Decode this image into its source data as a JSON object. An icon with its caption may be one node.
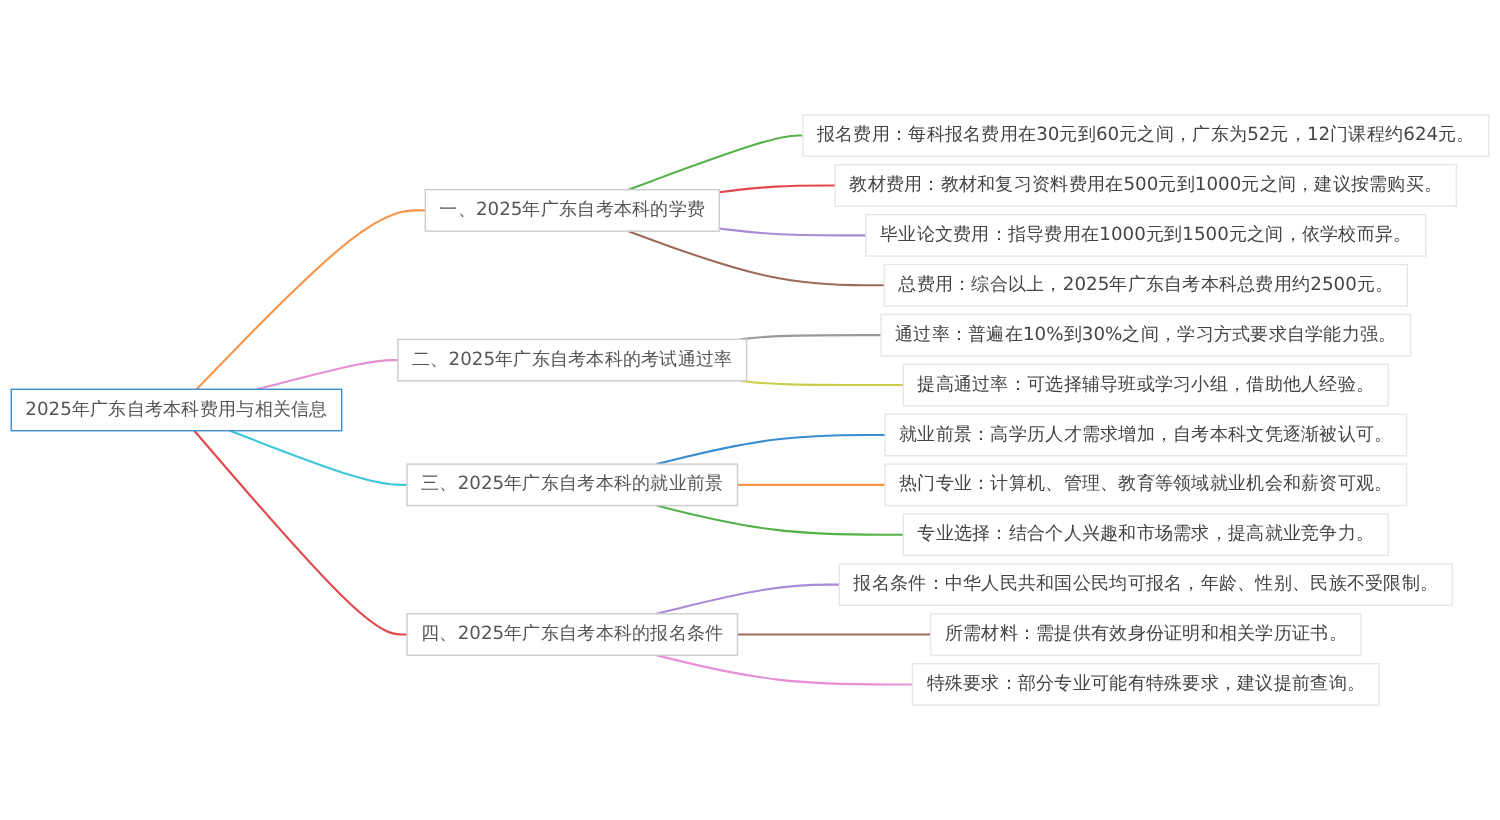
{
  "diagram": {
    "nodes": [
      {
        "text": [
          "2025年广东自考本科费用与相关信息"
        ]
      },
      {
        "text": [
          "一、2025年广东自考本科的学费"
        ]
      },
      {
        "text": [
          "报名费用：每科报名费用在30元到60元之间，广东为52元，12门课程约624元。"
        ]
      },
      {
        "text": [
          "教材费用：教材和复习资料费用在500元到1000元之间，建议按需购买。"
        ]
      },
      {
        "text": [
          "毕业论文费用：指导费用在1000元到1500元之间，依学校而异。"
        ]
      },
      {
        "text": [
          "总费用：综合以上，2025年广东自考本科总费用约2500元。"
        ]
      },
      {
        "text": [
          "二、2025年广东自考本科的考试通过率"
        ]
      },
      {
        "text": [
          "通过率：普遍在10%到30%之间，学习方式要求自学能力强。"
        ]
      },
      {
        "text": [
          "提高通过率：可选择辅导班或学习小组，借助他人经验。"
        ]
      },
      {
        "text": [
          "三、2025年广东自考本科的就业前景"
        ]
      },
      {
        "text": [
          "就业前景：高学历人才需求增加，自考本科文凭逐渐被认可。"
        ]
      },
      {
        "text": [
          "热门专业：计算机、管理、教育等领域就业机会和薪资可观。"
        ]
      },
      {
        "text": [
          "专业选择：结合个人兴趣和市场需求，提高就业竞争力。"
        ]
      },
      {
        "text": [
          "四、2025年广东自考本科的报名条件"
        ]
      },
      {
        "text": [
          "报名条件：中华人民共和国公民均可报名，年龄、性别、民族不受限制。"
        ]
      },
      {
        "text": [
          "所需材料：需提供有效身份证明和相关学历证书。"
        ]
      },
      {
        "text": [
          "特殊要求：部分专业可能有特殊要求，建议提前查询。"
        ]
      }
    ],
    "edges": [
      {
        "from": 0,
        "to": 1,
        "arrow": "none",
        "color": "#f7954a"
      },
      {
        "from": 1,
        "to": 2,
        "arrow": "none",
        "color": "#55b24a"
      },
      {
        "from": 1,
        "to": 3,
        "arrow": "none",
        "color": "#e0484b"
      },
      {
        "from": 1,
        "to": 4,
        "arrow": "none",
        "color": "#a98ad6"
      },
      {
        "from": 1,
        "to": 5,
        "arrow": "none",
        "color": "#9b6a5c"
      },
      {
        "from": 0,
        "to": 6,
        "arrow": "none",
        "color": "#e78fd6"
      },
      {
        "from": 6,
        "to": 7,
        "arrow": "none",
        "color": "#999999"
      },
      {
        "from": 6,
        "to": 8,
        "arrow": "none",
        "color": "#c9cf4c"
      },
      {
        "from": 0,
        "to": 9,
        "arrow": "none",
        "color": "#3ec6dc"
      },
      {
        "from": 9,
        "to": 10,
        "arrow": "none",
        "color": "#3b8ed0"
      },
      {
        "from": 9,
        "to": 11,
        "arrow": "none",
        "color": "#f7954a"
      },
      {
        "from": 9,
        "to": 12,
        "arrow": "none",
        "color": "#55b24a"
      },
      {
        "from": 0,
        "to": 13,
        "arrow": "none",
        "color": "#e0484b"
      },
      {
        "from": 13,
        "to": 14,
        "arrow": "none",
        "color": "#a98ad6"
      },
      {
        "from": 13,
        "to": 15,
        "arrow": "none",
        "color": "#9b6a5c"
      },
      {
        "from": 13,
        "to": 16,
        "arrow": "none",
        "color": "#e78fd6"
      }
    ]
  }
}
